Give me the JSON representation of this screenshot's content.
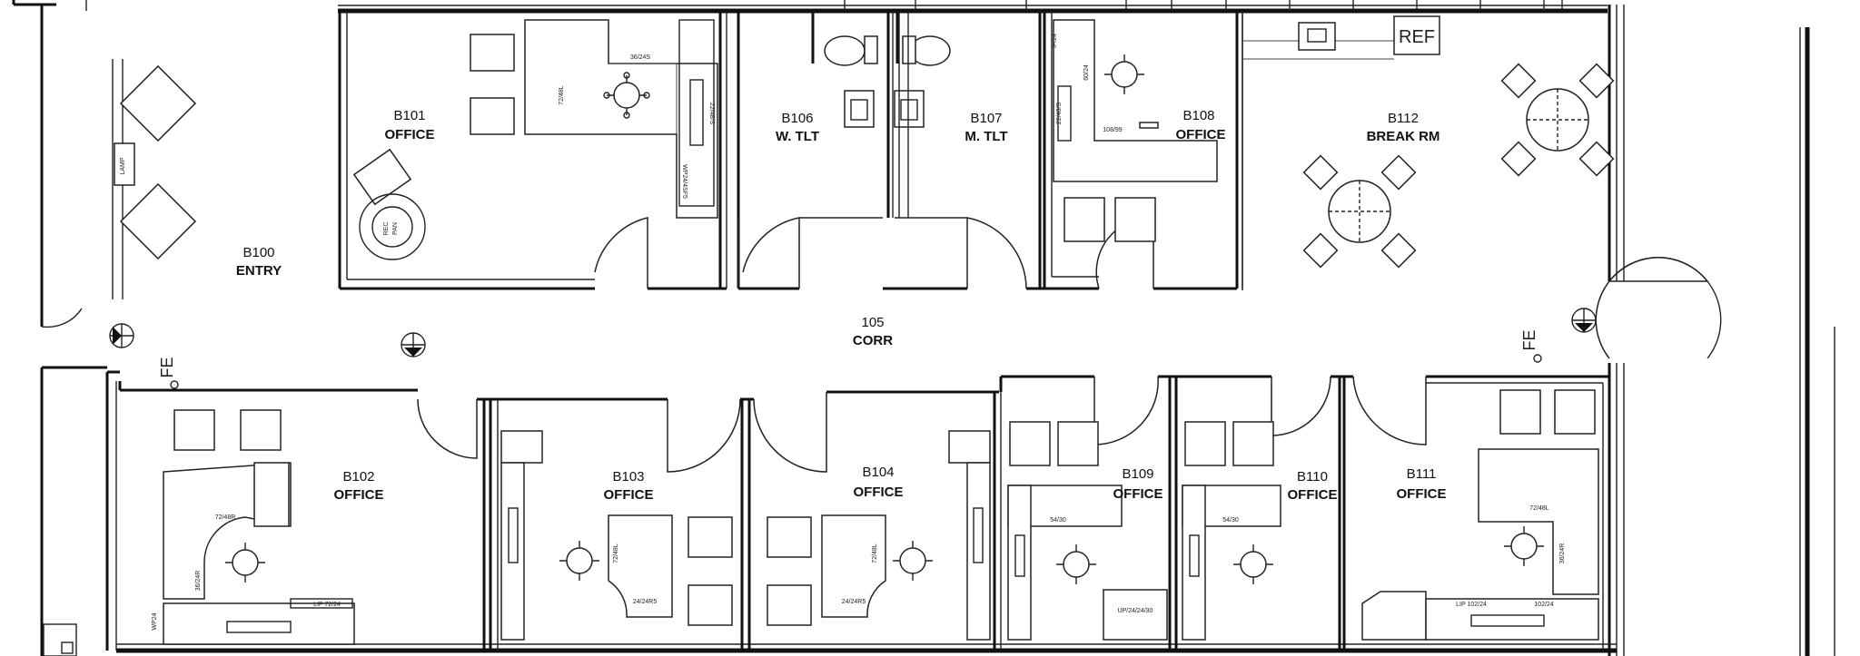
{
  "rooms": [
    {
      "id": "b101",
      "number": "B101",
      "name": "OFFICE"
    },
    {
      "id": "b106",
      "number": "B106",
      "name": "W. TLT"
    },
    {
      "id": "b107",
      "number": "B107",
      "name": "M. TLT"
    },
    {
      "id": "b108",
      "number": "B108",
      "name": "OFFICE"
    },
    {
      "id": "b112",
      "number": "B112",
      "name": "BREAK RM"
    },
    {
      "id": "b100",
      "number": "B100",
      "name": "ENTRY"
    },
    {
      "id": "105",
      "number": "105",
      "name": "CORR"
    },
    {
      "id": "b102",
      "number": "B102",
      "name": "OFFICE"
    },
    {
      "id": "b103",
      "number": "B103",
      "name": "OFFICE"
    },
    {
      "id": "b104",
      "number": "B104",
      "name": "OFFICE"
    },
    {
      "id": "b109",
      "number": "B109",
      "name": "OFFICE"
    },
    {
      "id": "b110",
      "number": "B110",
      "name": "OFFICE"
    },
    {
      "id": "b111",
      "number": "B111",
      "name": "OFFICE"
    }
  ],
  "labels": {
    "ref": "REF",
    "fe": "FE",
    "lamp": "LAMP",
    "rec_line1": "REC",
    "rec_line2": "PAN"
  },
  "furniture_tags": {
    "b101_desk": "36/24S",
    "b101_return": "72/48L",
    "b101_credenza": "22/48/S",
    "b101_file": "WP24/4SF5",
    "b108_a": "IF/24",
    "b108_b": "60/24",
    "b108_c": "108/99",
    "b108_d": "22/48/S",
    "b102_a": "72/48R",
    "b102_b": "36/24R",
    "b102_c": "WP24",
    "b102_d": "LIP 72/24",
    "b103_a": "72/48L",
    "b103_b": "24/24R5",
    "b104_a": "72/48L",
    "b104_b": "24/24R5",
    "b109_a": "54/30",
    "b109_b": "UP/24/24/30",
    "b110_a": "54/30",
    "b111_a": "72/48L",
    "b111_b": "36/24R",
    "b111_c": "LIP 102/24",
    "b111_d": "102/24"
  }
}
